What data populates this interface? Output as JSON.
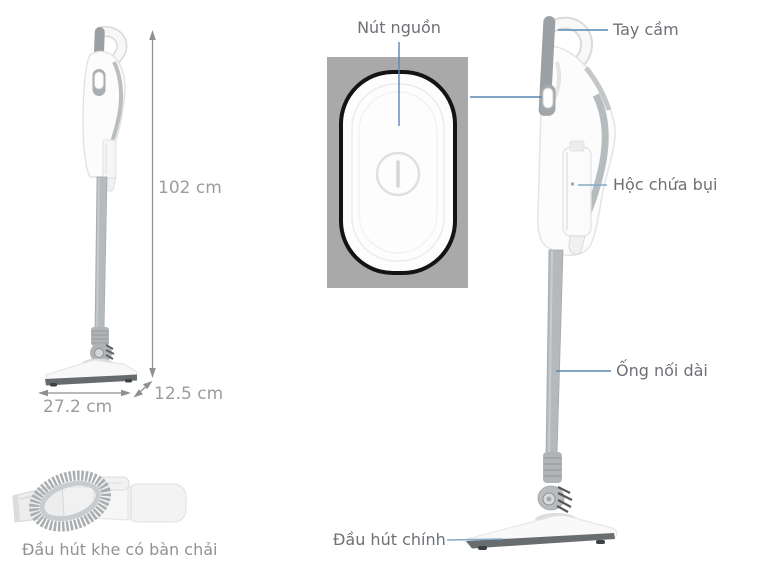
{
  "figure": {
    "type": "product-annotation-diagram",
    "subject": "stick vacuum cleaner"
  },
  "annotations": {
    "power_button": {
      "label": "Nút nguồn"
    },
    "handle": {
      "label": "Tay cầm"
    },
    "dust_container": {
      "label": "Hộc chứa bụi"
    },
    "extension_tube": {
      "label": "Ống nối dài"
    },
    "main_suction_head": {
      "label": "Đầu hút chính"
    },
    "crevice_brush_tool": {
      "label": "Đầu hút khe có bàn chải"
    }
  },
  "dimensions": {
    "height": {
      "value": "102 cm"
    },
    "width": {
      "value": "27.2 cm"
    },
    "depth": {
      "value": "12.5 cm"
    }
  },
  "icons": {
    "power_symbol": "power-button-glyph (circle with vertical bar)"
  },
  "colors": {
    "background": "#ffffff",
    "leader_line": "#5787b3",
    "leader_line_light": "#84aac6",
    "dimension_line": "#8f8f8f",
    "label_text": "#6d7175",
    "dimension_text": "#9c9c9c",
    "inset_background": "#a9a9a9",
    "inset_outline": "#141414",
    "vacuum_body": "#fcfcfc",
    "vacuum_gray": "#9aa0a4",
    "tube_gray": "#b6b9bb",
    "head_strip": "#686d70"
  }
}
